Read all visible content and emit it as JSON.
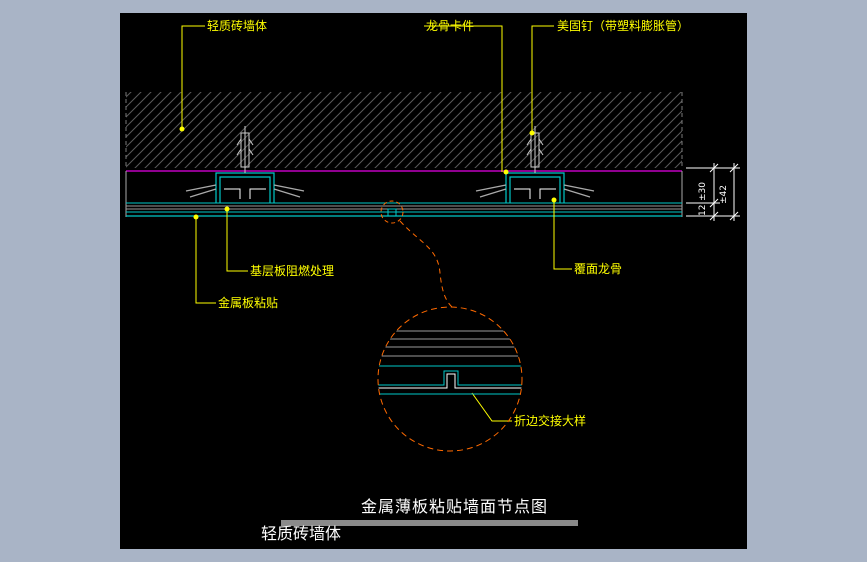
{
  "labels": {
    "brick_wall": "轻质砖墙体",
    "keel_clip": "龙骨卡件",
    "anchor": "美固钉（带塑料膨胀管）",
    "fireproof": "基层板阻燃处理",
    "metal_adhesive": "金属板粘贴",
    "cover_keel": "覆面龙骨",
    "fold_detail": "折边交接大样"
  },
  "dimensions": {
    "d30": "±30",
    "d42": "±42",
    "d12": "12"
  },
  "title": "金属薄板粘贴墙面节点图",
  "subtitle": "轻质砖墙体",
  "colors": {
    "background": "#000000",
    "label": "#ffff00",
    "membrane": "#c000c0",
    "keel": "#00c8c8",
    "detail_circle": "#ff6a00",
    "hatch": "#5a5a5a"
  }
}
